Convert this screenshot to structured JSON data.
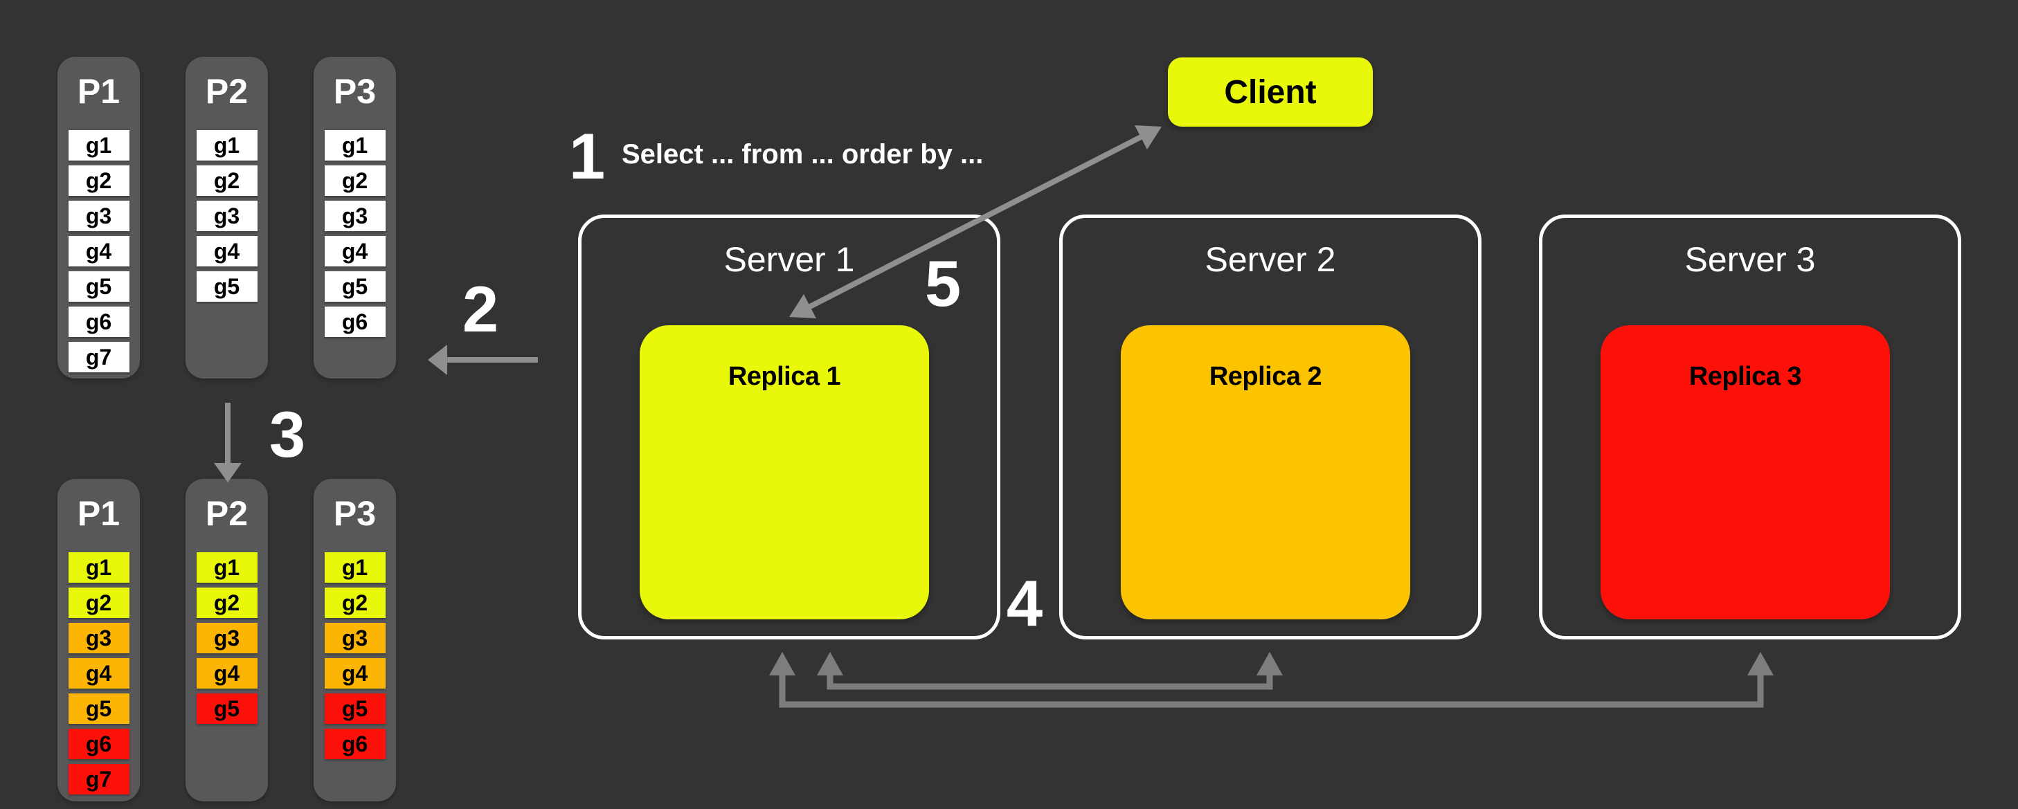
{
  "colors": {
    "background": "#333333",
    "partition_gray": "#58585a",
    "cell_white": "#ffffff",
    "yellow": "#e9f70b",
    "orange": "#fcb504",
    "amber": "#fcc400",
    "red": "#fb100a",
    "arrow_gray": "#8f8f8f",
    "connector_gray": "#7d7d7d",
    "server_border": "#ffffff",
    "text_light": "#ffffff",
    "text_dark": "#000000"
  },
  "annotations": {
    "step1": {
      "number": "1",
      "text": "Select ... from ... order by ..."
    },
    "step2": {
      "number": "2"
    },
    "step3": {
      "number": "3"
    },
    "step4": {
      "number": "4"
    },
    "step5": {
      "number": "5"
    }
  },
  "client": {
    "label": "Client"
  },
  "partitions_top": [
    {
      "label": "P1",
      "cells": [
        {
          "label": "g1",
          "color": "white"
        },
        {
          "label": "g2",
          "color": "white"
        },
        {
          "label": "g3",
          "color": "white"
        },
        {
          "label": "g4",
          "color": "white"
        },
        {
          "label": "g5",
          "color": "white"
        },
        {
          "label": "g6",
          "color": "white"
        },
        {
          "label": "g7",
          "color": "white"
        }
      ]
    },
    {
      "label": "P2",
      "cells": [
        {
          "label": "g1",
          "color": "white"
        },
        {
          "label": "g2",
          "color": "white"
        },
        {
          "label": "g3",
          "color": "white"
        },
        {
          "label": "g4",
          "color": "white"
        },
        {
          "label": "g5",
          "color": "white"
        }
      ]
    },
    {
      "label": "P3",
      "cells": [
        {
          "label": "g1",
          "color": "white"
        },
        {
          "label": "g2",
          "color": "white"
        },
        {
          "label": "g3",
          "color": "white"
        },
        {
          "label": "g4",
          "color": "white"
        },
        {
          "label": "g5",
          "color": "white"
        },
        {
          "label": "g6",
          "color": "white"
        }
      ]
    }
  ],
  "partitions_bottom": [
    {
      "label": "P1",
      "cells": [
        {
          "label": "g1",
          "color": "yellow"
        },
        {
          "label": "g2",
          "color": "yellow"
        },
        {
          "label": "g3",
          "color": "orange"
        },
        {
          "label": "g4",
          "color": "orange"
        },
        {
          "label": "g5",
          "color": "orange"
        },
        {
          "label": "g6",
          "color": "red"
        },
        {
          "label": "g7",
          "color": "red"
        }
      ]
    },
    {
      "label": "P2",
      "cells": [
        {
          "label": "g1",
          "color": "yellow"
        },
        {
          "label": "g2",
          "color": "yellow"
        },
        {
          "label": "g3",
          "color": "orange"
        },
        {
          "label": "g4",
          "color": "orange"
        },
        {
          "label": "g5",
          "color": "red"
        }
      ]
    },
    {
      "label": "P3",
      "cells": [
        {
          "label": "g1",
          "color": "yellow"
        },
        {
          "label": "g2",
          "color": "yellow"
        },
        {
          "label": "g3",
          "color": "orange"
        },
        {
          "label": "g4",
          "color": "orange"
        },
        {
          "label": "g5",
          "color": "red"
        },
        {
          "label": "g6",
          "color": "red"
        }
      ]
    }
  ],
  "servers": [
    {
      "label": "Server 1",
      "replica": {
        "label": "Replica 1",
        "color": "yellow"
      }
    },
    {
      "label": "Server 2",
      "replica": {
        "label": "Replica 2",
        "color": "amber"
      }
    },
    {
      "label": "Server 3",
      "replica": {
        "label": "Replica 3",
        "color": "red"
      }
    }
  ]
}
